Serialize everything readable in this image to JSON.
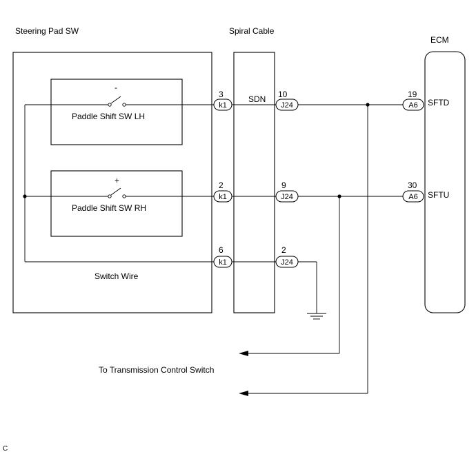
{
  "components": {
    "steering_pad_sw": "Steering Pad SW",
    "spiral_cable": "Spiral Cable",
    "ecm": "ECM"
  },
  "switches": {
    "lh": {
      "sign": "-",
      "label": "Paddle Shift SW LH"
    },
    "rh": {
      "sign": "+",
      "label": "Paddle Shift SW RH"
    }
  },
  "switch_wire_label": "Switch Wire",
  "signals": {
    "sdn": "SDN",
    "sftd": "SFTD",
    "sftu": "SFTU"
  },
  "connectors": {
    "k1_top": {
      "pin": "3",
      "name": "k1"
    },
    "k1_mid": {
      "pin": "2",
      "name": "k1"
    },
    "k1_bot": {
      "pin": "6",
      "name": "k1"
    },
    "j24_top": {
      "pin": "10",
      "name": "J24"
    },
    "j24_mid": {
      "pin": "9",
      "name": "J24"
    },
    "j24_bot": {
      "pin": "2",
      "name": "J24"
    },
    "a6_top": {
      "pin": "19",
      "name": "A6"
    },
    "a6_mid": {
      "pin": "30",
      "name": "A6"
    }
  },
  "transmission_label": "To Transmission Control Switch",
  "corner_mark": "C"
}
